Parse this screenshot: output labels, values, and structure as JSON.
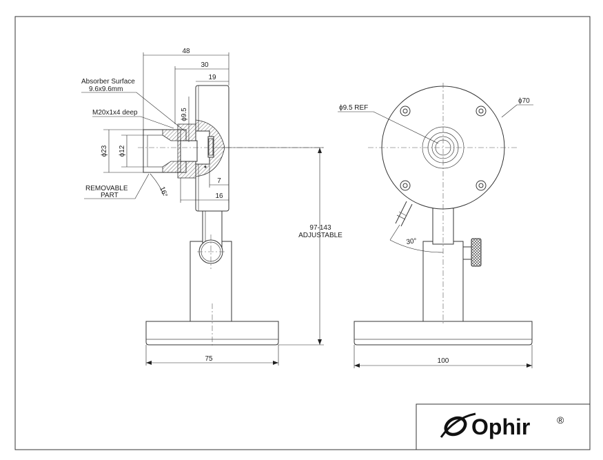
{
  "drawing": {
    "labels": {
      "absorber_surface": "Absorber Surface",
      "absorber_size": "9.6x9.6mm",
      "thread": "M20x1x4 deep",
      "removable_1": "REMOVABLE",
      "removable_2": "PART",
      "dia_ref": "ϕ9.5 REF",
      "dia_70": "ϕ70",
      "adjustable_range": "97-143",
      "adjustable": "ADJUSTABLE"
    },
    "dimensions": {
      "d48": "48",
      "d30": "30",
      "d19": "19",
      "d9_5": "ϕ9.5",
      "d23": "ϕ23",
      "d12": "ϕ12",
      "d7": "7",
      "d16": "16",
      "a16": "16°",
      "a30": "30°",
      "d75": "75",
      "d100": "100"
    }
  },
  "logo": {
    "brand": "Ophir",
    "registered": "®"
  }
}
